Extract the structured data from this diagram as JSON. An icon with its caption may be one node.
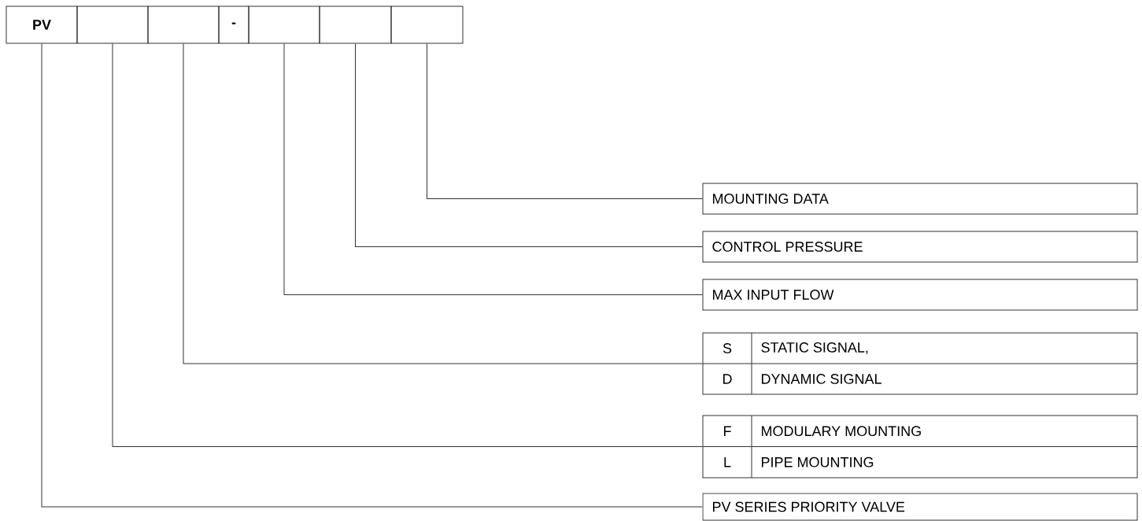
{
  "diagram": {
    "nodes": [
      {
        "text": [
          "**PV**"
        ]
      },
      {
        "text": [],
        "shape": "box"
      },
      {
        "text": [],
        "shape": "box"
      },
      {
        "text": [
          "**-**"
        ]
      },
      {
        "text": [],
        "shape": "box"
      },
      {
        "text": [],
        "shape": "box"
      },
      {
        "text": [],
        "shape": "box"
      },
      {
        "text": [
          "MOUNTING DATA"
        ]
      },
      {
        "text": [
          "CONTROL PRESSURE"
        ]
      },
      {
        "text": [
          "MAX INPUT FLOW"
        ]
      },
      {
        "text": [
          "S",
          "STATIC SIGNAL,",
          "D",
          "DYNAMIC SIGNAL"
        ]
      },
      {
        "text": [
          "F",
          "MODULARY MOUNTING",
          "L",
          "PIPE MOUNTING"
        ]
      },
      {
        "text": [
          "PV SERIES PRIORITY VALVE"
        ]
      }
    ],
    "edges": [
      {
        "from": 6,
        "to": 7,
        "arrow": "none"
      },
      {
        "from": 5,
        "to": 8,
        "arrow": "none"
      },
      {
        "from": 4,
        "to": 9,
        "arrow": "none"
      },
      {
        "from": 2,
        "to": 10,
        "arrow": "none"
      },
      {
        "from": 1,
        "to": 11,
        "arrow": "none"
      },
      {
        "from": 0,
        "to": 12,
        "arrow": "none"
      }
    ]
  }
}
